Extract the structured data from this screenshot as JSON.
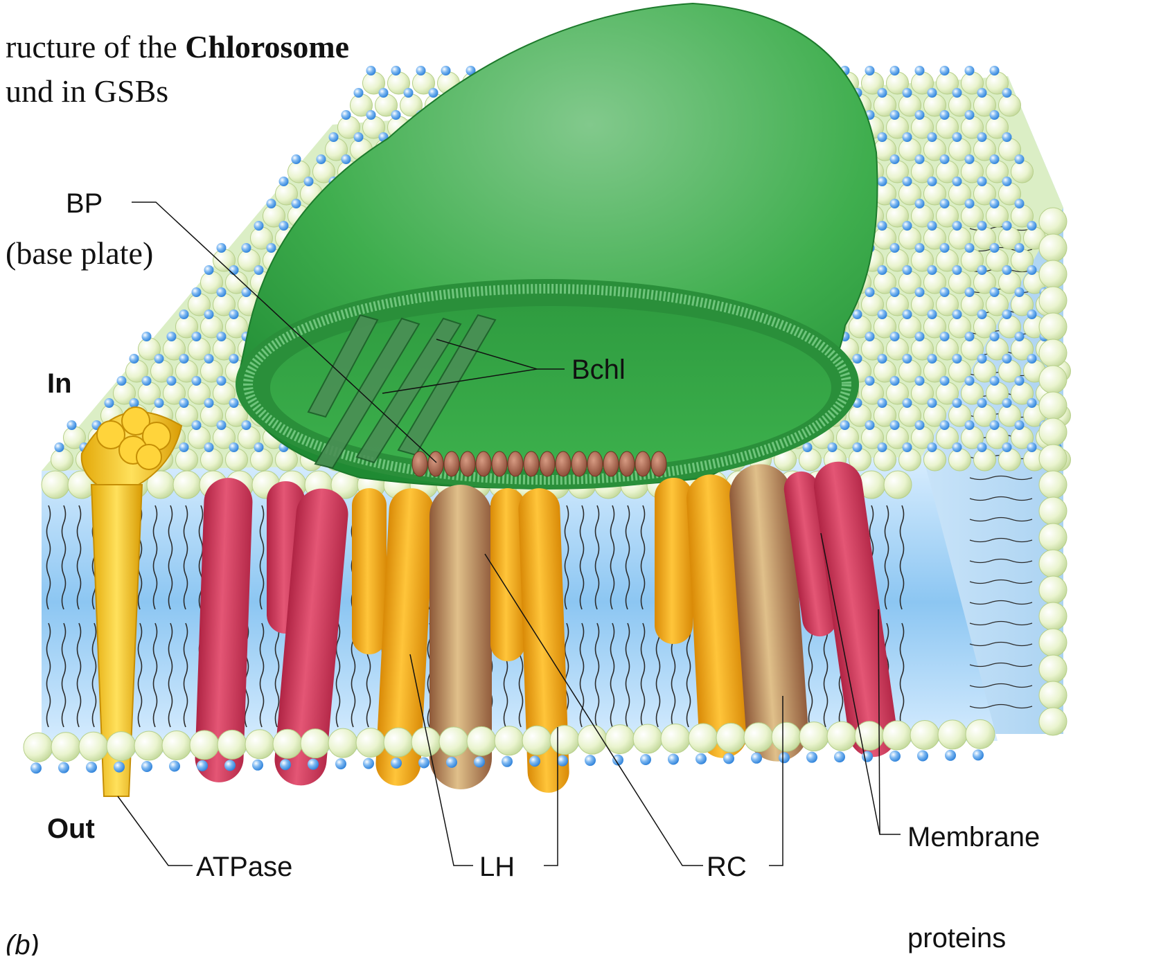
{
  "title": {
    "line1_prefix": "ructure of the ",
    "line1_bold": "Chlorosome",
    "line2": "und in GSBs"
  },
  "labels": {
    "bp": "BP",
    "bp_sub": "(base plate)",
    "bchl": "Bchl",
    "in": "In",
    "out": "Out",
    "atpase": "ATPase",
    "lh": "LH",
    "rc": "RC",
    "membrane_line1": "Membrane",
    "membrane_line2": "proteins",
    "panel": "(b)"
  },
  "colors": {
    "chlorosome": "#3aa64a",
    "membrane": "#a9d3f2",
    "lipid_head": "#e9f3cf",
    "lipid_dot": "#3d8fe0",
    "protein_red": "#d23a5b",
    "protein_orange": "#eea10f",
    "protein_brown": "#a87050",
    "atpase": "#f3c21b"
  }
}
